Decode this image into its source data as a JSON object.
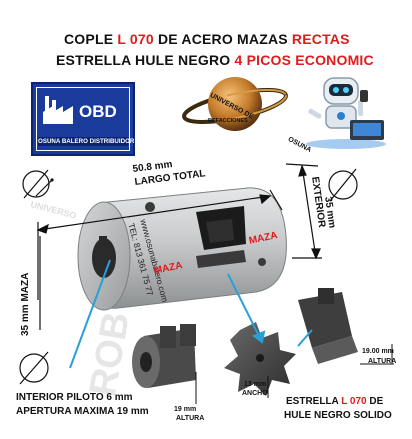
{
  "header": {
    "line1_prefix": "COPLE ",
    "line1_red_a": "L 070",
    "line1_mid": " DE ACERO MAZAS ",
    "line1_red_b": "RECTAS",
    "line2_prefix": "ESTRELLA HULE NEGRO ",
    "line2_red": "4 PICOS ECONOMIC"
  },
  "logo_obd": {
    "letters": "OBD",
    "caption": "OSUNA BALERO DISTRIBUIDOR"
  },
  "planet_logo": {
    "line1": "UNIVERSO DE",
    "line2": "REFACCIONES"
  },
  "robot_logo": {
    "caption": "OSUNA"
  },
  "coupling": {
    "web": "www.osunabalero.com",
    "tel": "TEL: 813 361 75 77"
  },
  "dimensions": {
    "length_value": "50.8 mm",
    "length_label": "LARGO TOTAL",
    "exterior_value": "35 mm",
    "exterior_label": "EXTERIOR",
    "maza_side": "35 mm MAZA",
    "maza_top": "MAZA",
    "maza_bottom": "MAZA",
    "hub_height": "19 mm",
    "hub_height_label": "ALTURA",
    "right_height": "19.00 mm",
    "right_height_label": "ALTURA",
    "star_width": "13 mm",
    "star_width_label": "ANCHO"
  },
  "footer": {
    "pilot": "INTERIOR PILOTO 6 mm",
    "max_opening": "APERTURA MAXIMA 19 mm",
    "star_prefix": "ESTRELLA ",
    "star_red": "L 070",
    "star_suffix": " DE",
    "star_line2": "HULE NEGRO SOLIDO"
  },
  "watermark": {
    "text": "ROB",
    "text2": "UNIVERSO"
  },
  "colors": {
    "red": "#e01b1b",
    "blue_logo": "#1a3b9c",
    "arrow": "#2a9fd6",
    "steel": "#b9bbbc"
  }
}
